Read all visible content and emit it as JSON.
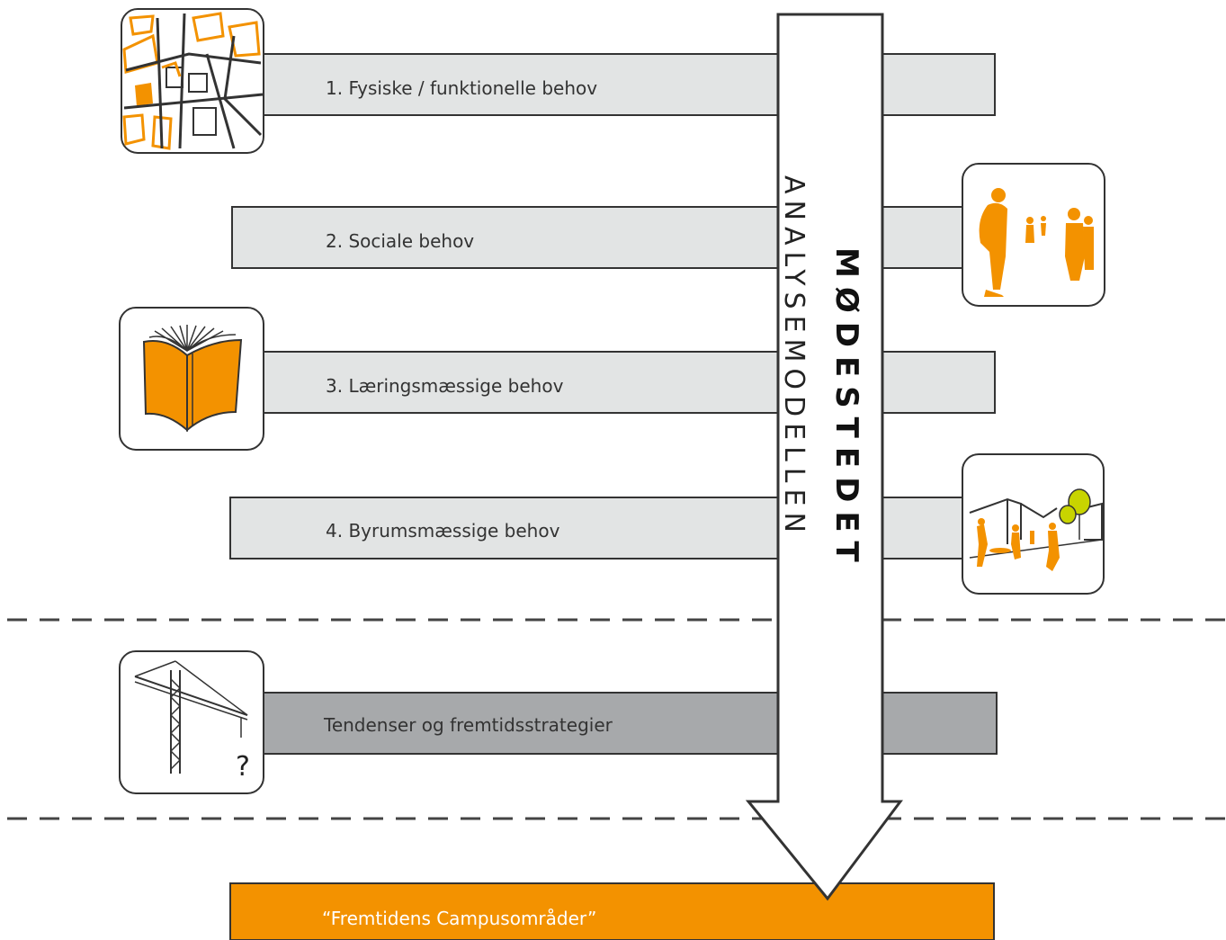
{
  "diagram": {
    "arrow": {
      "title": "MØDESTEDET",
      "subtitle": "ANALYSEMODELLEN"
    },
    "bars": [
      {
        "label": "1. Fysiske / funktionelle behov",
        "icon": "city-map-icon"
      },
      {
        "label": "2. Sociale behov",
        "icon": "people-silhouettes-icon"
      },
      {
        "label": "3. Læringsmæssige behov",
        "icon": "open-book-icon"
      },
      {
        "label": "4. Byrumsmæssige behov",
        "icon": "urban-space-icon"
      },
      {
        "label": "Tendenser og fremtidsstrategier",
        "icon": "construction-crane-icon"
      }
    ],
    "result": {
      "label": "“Fremtidens Campusområder”"
    },
    "colors": {
      "accent": "#f39200",
      "light_bar": "#e2e4e4",
      "dark_bar": "#a7a9ab",
      "outline": "#333333"
    }
  }
}
